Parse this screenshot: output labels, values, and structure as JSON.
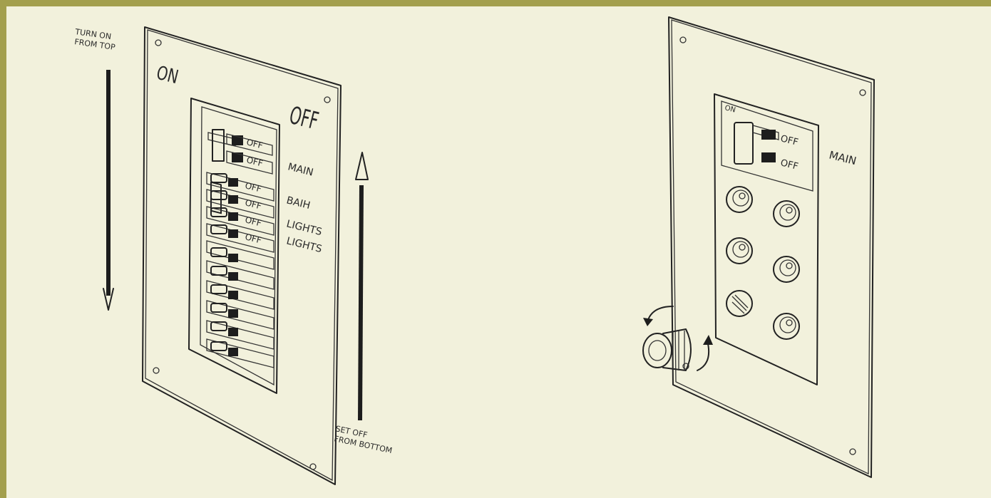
{
  "left_panel": {
    "arrow_down_label_line1": "TURN ON",
    "arrow_down_label_line2": "FROM TOP",
    "on_label": "ON",
    "off_label": "OFF",
    "arrow_up_label_line1": "SET OFF",
    "arrow_up_label_line2": "FROM BOTTOM",
    "breaker_labels": [
      "OFF",
      "OFF",
      "OFF",
      "OFF",
      "OFF",
      "OFF"
    ],
    "side_labels": [
      "MAIN",
      "BAIH",
      "LIGHTS",
      "LIGHTS"
    ]
  },
  "right_panel": {
    "breaker_labels": [
      "OFF",
      "OFF"
    ],
    "main_label": "MAIN",
    "top_strip_label": "ON"
  },
  "colors": {
    "border": "#a39f4d",
    "background": "#f2f1dc",
    "ink": "#222222"
  }
}
